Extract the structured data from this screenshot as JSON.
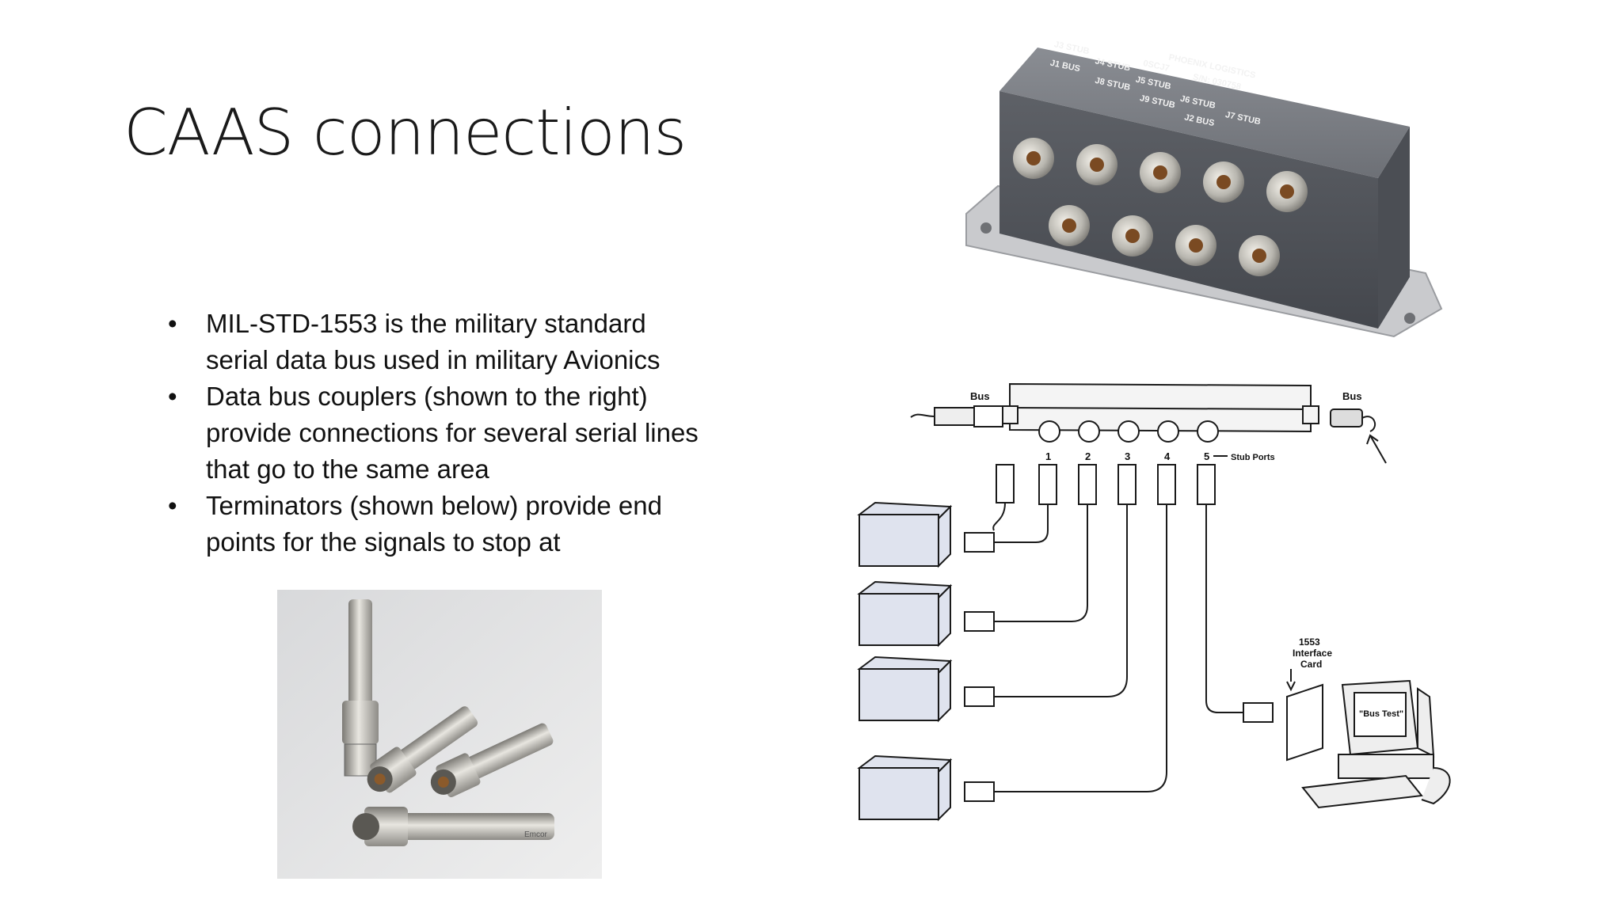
{
  "slide": {
    "title": "CAAS connections",
    "bullets": [
      {
        "text": "MIL-STD-1553 is the military standard serial data bus used in military Avionics"
      },
      {
        "text": "Data bus couplers (shown to the right) provide connections for several serial lines that go to the same area"
      },
      {
        "text": "Terminators (shown below) provide end points for the signals to stop at"
      }
    ],
    "bullet_glyph": "•"
  },
  "coupler_photo": {
    "label_lines": [
      "PHOENIX LOGISTICS",
      "0SCJ7",
      "S/N: 030758"
    ],
    "port_labels": [
      "J3 STUB",
      "J4 STUB",
      "J1 BUS",
      "J8 STUB",
      "J5 STUB",
      "J6 STUB",
      "J7 STUB",
      "J9 STUB",
      "J2 BUS"
    ]
  },
  "terminators_photo": {
    "engraving": "Emcor"
  },
  "diagram": {
    "bus_left_label": "Bus",
    "bus_right_label": "Bus",
    "stub_numbers": [
      "1",
      "2",
      "3",
      "4",
      "5"
    ],
    "stub_ports_label": "Stub Ports",
    "interface_card_label": [
      "1553",
      "Interface",
      "Card"
    ],
    "screen_text": "\"Bus Test\""
  },
  "colors": {
    "background": "#ffffff",
    "coupler_body": "#5a5d63",
    "connector_metal": "#b9b7b0",
    "line_art": "#1a1a1a"
  }
}
